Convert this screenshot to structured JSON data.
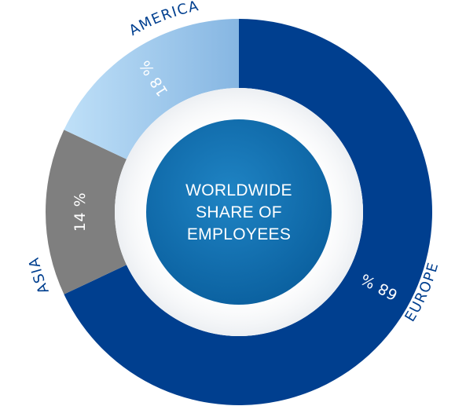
{
  "chart_data": {
    "type": "pie",
    "variant": "donut",
    "title_lines": [
      "WORLDWIDE",
      "SHARE OF",
      "EMPLOYEES"
    ],
    "categories": [
      "EUROPE",
      "ASIA",
      "AMERICA"
    ],
    "values": [
      68,
      14,
      18
    ],
    "value_labels": [
      "68 %",
      "14 %",
      "18 %"
    ],
    "colors": [
      "#003f8f",
      "#7f7f7f",
      "#a9cff0"
    ],
    "label_color": "#003f8f",
    "center_color": "#0a6aa8"
  }
}
